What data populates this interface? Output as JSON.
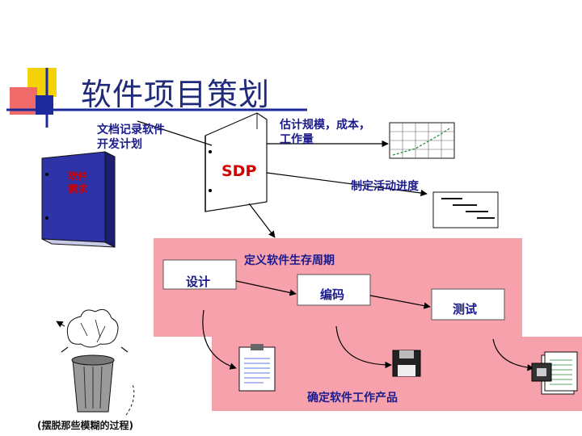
{
  "title": "软件项目策划",
  "labels": {
    "doc_plan": [
      "文档记录软件",
      "开发计划"
    ],
    "estimate": [
      "估计规模，成本，",
      "工作量"
    ],
    "sdp": "SDP",
    "requirements": [
      "软件",
      "需求"
    ],
    "schedule": "制定活动进度",
    "lifecycle": "定义软件生存周期",
    "design": "设计",
    "coding": "编码",
    "testing": "测试",
    "products": "确定软件工作产品",
    "trash_caption": "(摆脱那些模糊的过程)"
  },
  "colors": {
    "title": "#1f2a7a",
    "label": "#1a1a8c",
    "pink": "#f7a1ad",
    "binder_blue": "#2e33a8",
    "accent_yellow": "#f5d10a",
    "accent_red": "#f06a6a",
    "accent_blue": "#1c2a9c",
    "sdp_red": "#d00000"
  }
}
